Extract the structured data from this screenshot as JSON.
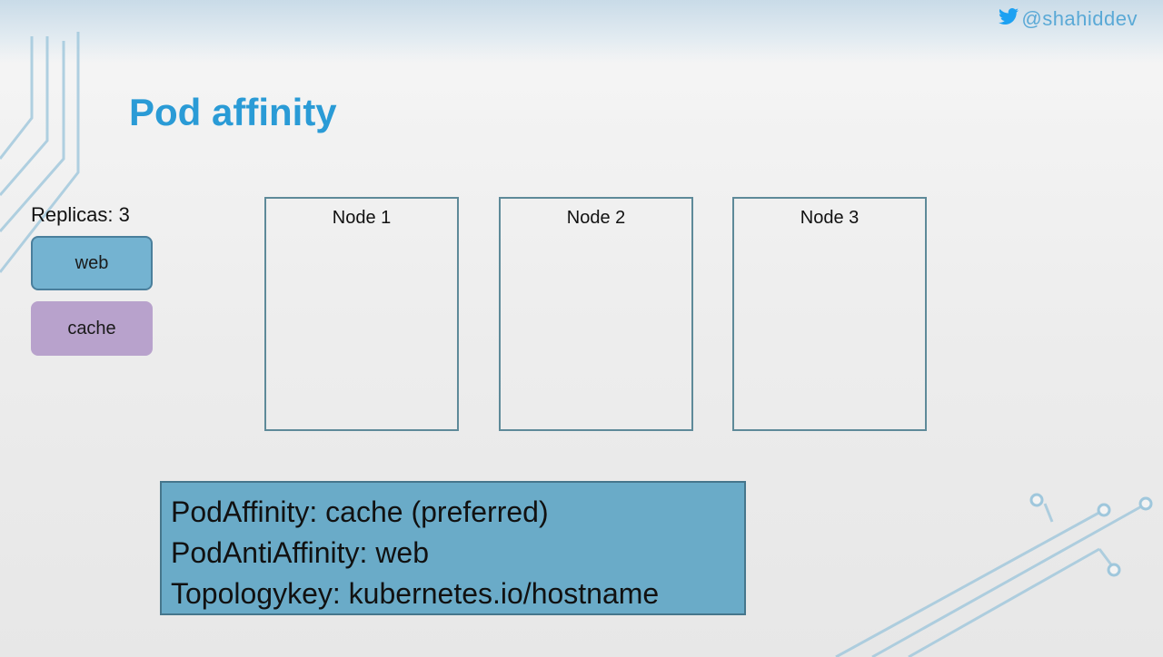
{
  "header": {
    "handle": "@shahiddev",
    "handle_icon": "twitter-bird-icon",
    "accent_color": "#2a9bd6"
  },
  "slide": {
    "title": "Pod affinity",
    "replicas_label": "Replicas: 3",
    "pods": [
      {
        "label": "web",
        "color": "#74b3d1"
      },
      {
        "label": "cache",
        "color": "#b8a2cc"
      }
    ],
    "nodes": [
      {
        "label": "Node 1"
      },
      {
        "label": "Node 2"
      },
      {
        "label": "Node 3"
      }
    ],
    "rules": [
      "PodAffinity: cache (preferred)",
      "PodAntiAffinity: web",
      "Topologykey: kubernetes.io/hostname"
    ]
  }
}
